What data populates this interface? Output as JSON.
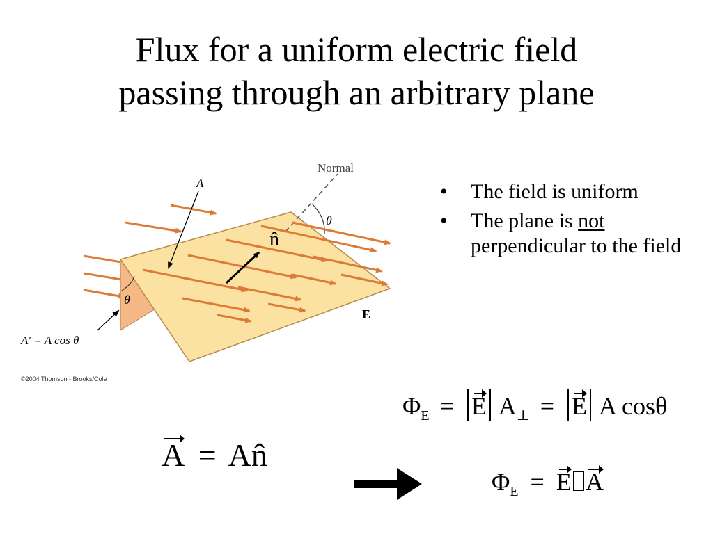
{
  "title": {
    "line1": "Flux for a uniform electric field",
    "line2": "passing through an arbitrary plane"
  },
  "figure": {
    "label_normal": "Normal",
    "label_A": "A",
    "label_theta_top": "θ",
    "label_theta_side": "θ",
    "label_E": "E",
    "label_n_hat": "n̂",
    "label_A_prime": "A′ = A cos θ",
    "credit": "©2004 Thomson - Brooks/Cole",
    "colors": {
      "plane": "#fbe2a3",
      "edge_face": "#f6b985",
      "arrows": "#dd7a36"
    }
  },
  "bullets": [
    {
      "text": "The field is uniform"
    },
    {
      "before": "The plane is ",
      "emph": "not",
      "after": " perpendicular to the field"
    }
  ],
  "equations": {
    "phi": "Φ",
    "sub_E": "E",
    "E": "E",
    "A": "A",
    "perp": "⊥",
    "eq": "=",
    "cos": "cos",
    "theta": "θ",
    "n_hat": "n̂"
  }
}
